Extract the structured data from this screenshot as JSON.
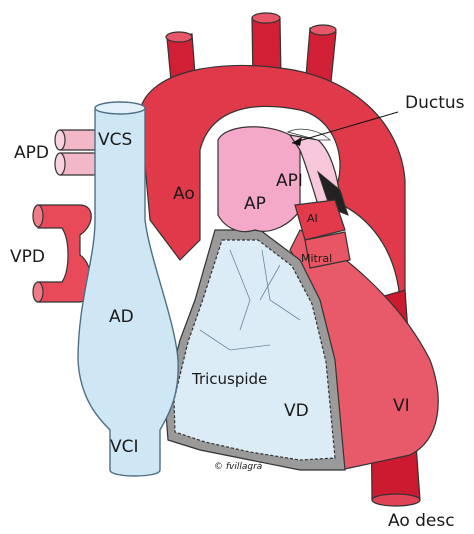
{
  "colors": {
    "vein_fill": "#cfe7f5",
    "vein_stroke": "#4f6f86",
    "red_dark": "#c8102e",
    "red": "#e03a4a",
    "red_light": "#f06a78",
    "pink_ap": "#f4a9c9",
    "septum_gray": "#9a9a9a",
    "vd_fill": "#dcecf7",
    "outline": "#333333"
  },
  "labels": {
    "ductus": "Ductus",
    "apd": "APD",
    "vcs": "VCS",
    "ao": "Ao",
    "api": "API",
    "ap": "AP",
    "ai": "AI",
    "vpd": "VPD",
    "mitral": "Mitral",
    "ad": "AD",
    "tricuspide": "Tricuspide",
    "vd": "VD",
    "vi": "VI",
    "vci": "VCI",
    "credit": "© fvillagrá",
    "ao_desc": "Ao desc"
  }
}
